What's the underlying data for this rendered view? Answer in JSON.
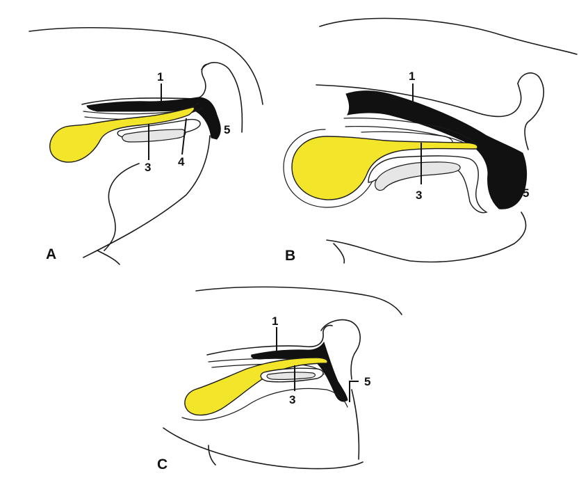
{
  "panels": [
    {
      "id": "A",
      "label": "A",
      "callouts": {
        "c1": "1",
        "c3": "3",
        "c4": "4",
        "c5": "5"
      }
    },
    {
      "id": "B",
      "label": "B",
      "callouts": {
        "c1": "1",
        "c3": "3",
        "c5": "5"
      }
    },
    {
      "id": "C",
      "label": "C",
      "callouts": {
        "c1": "1",
        "c3": "3",
        "c5": "5"
      }
    }
  ],
  "colors": {
    "pouch": "#f2e52a",
    "dark_tissue": "#111111",
    "line": "#1a1a1a",
    "background": "#ffffff"
  }
}
